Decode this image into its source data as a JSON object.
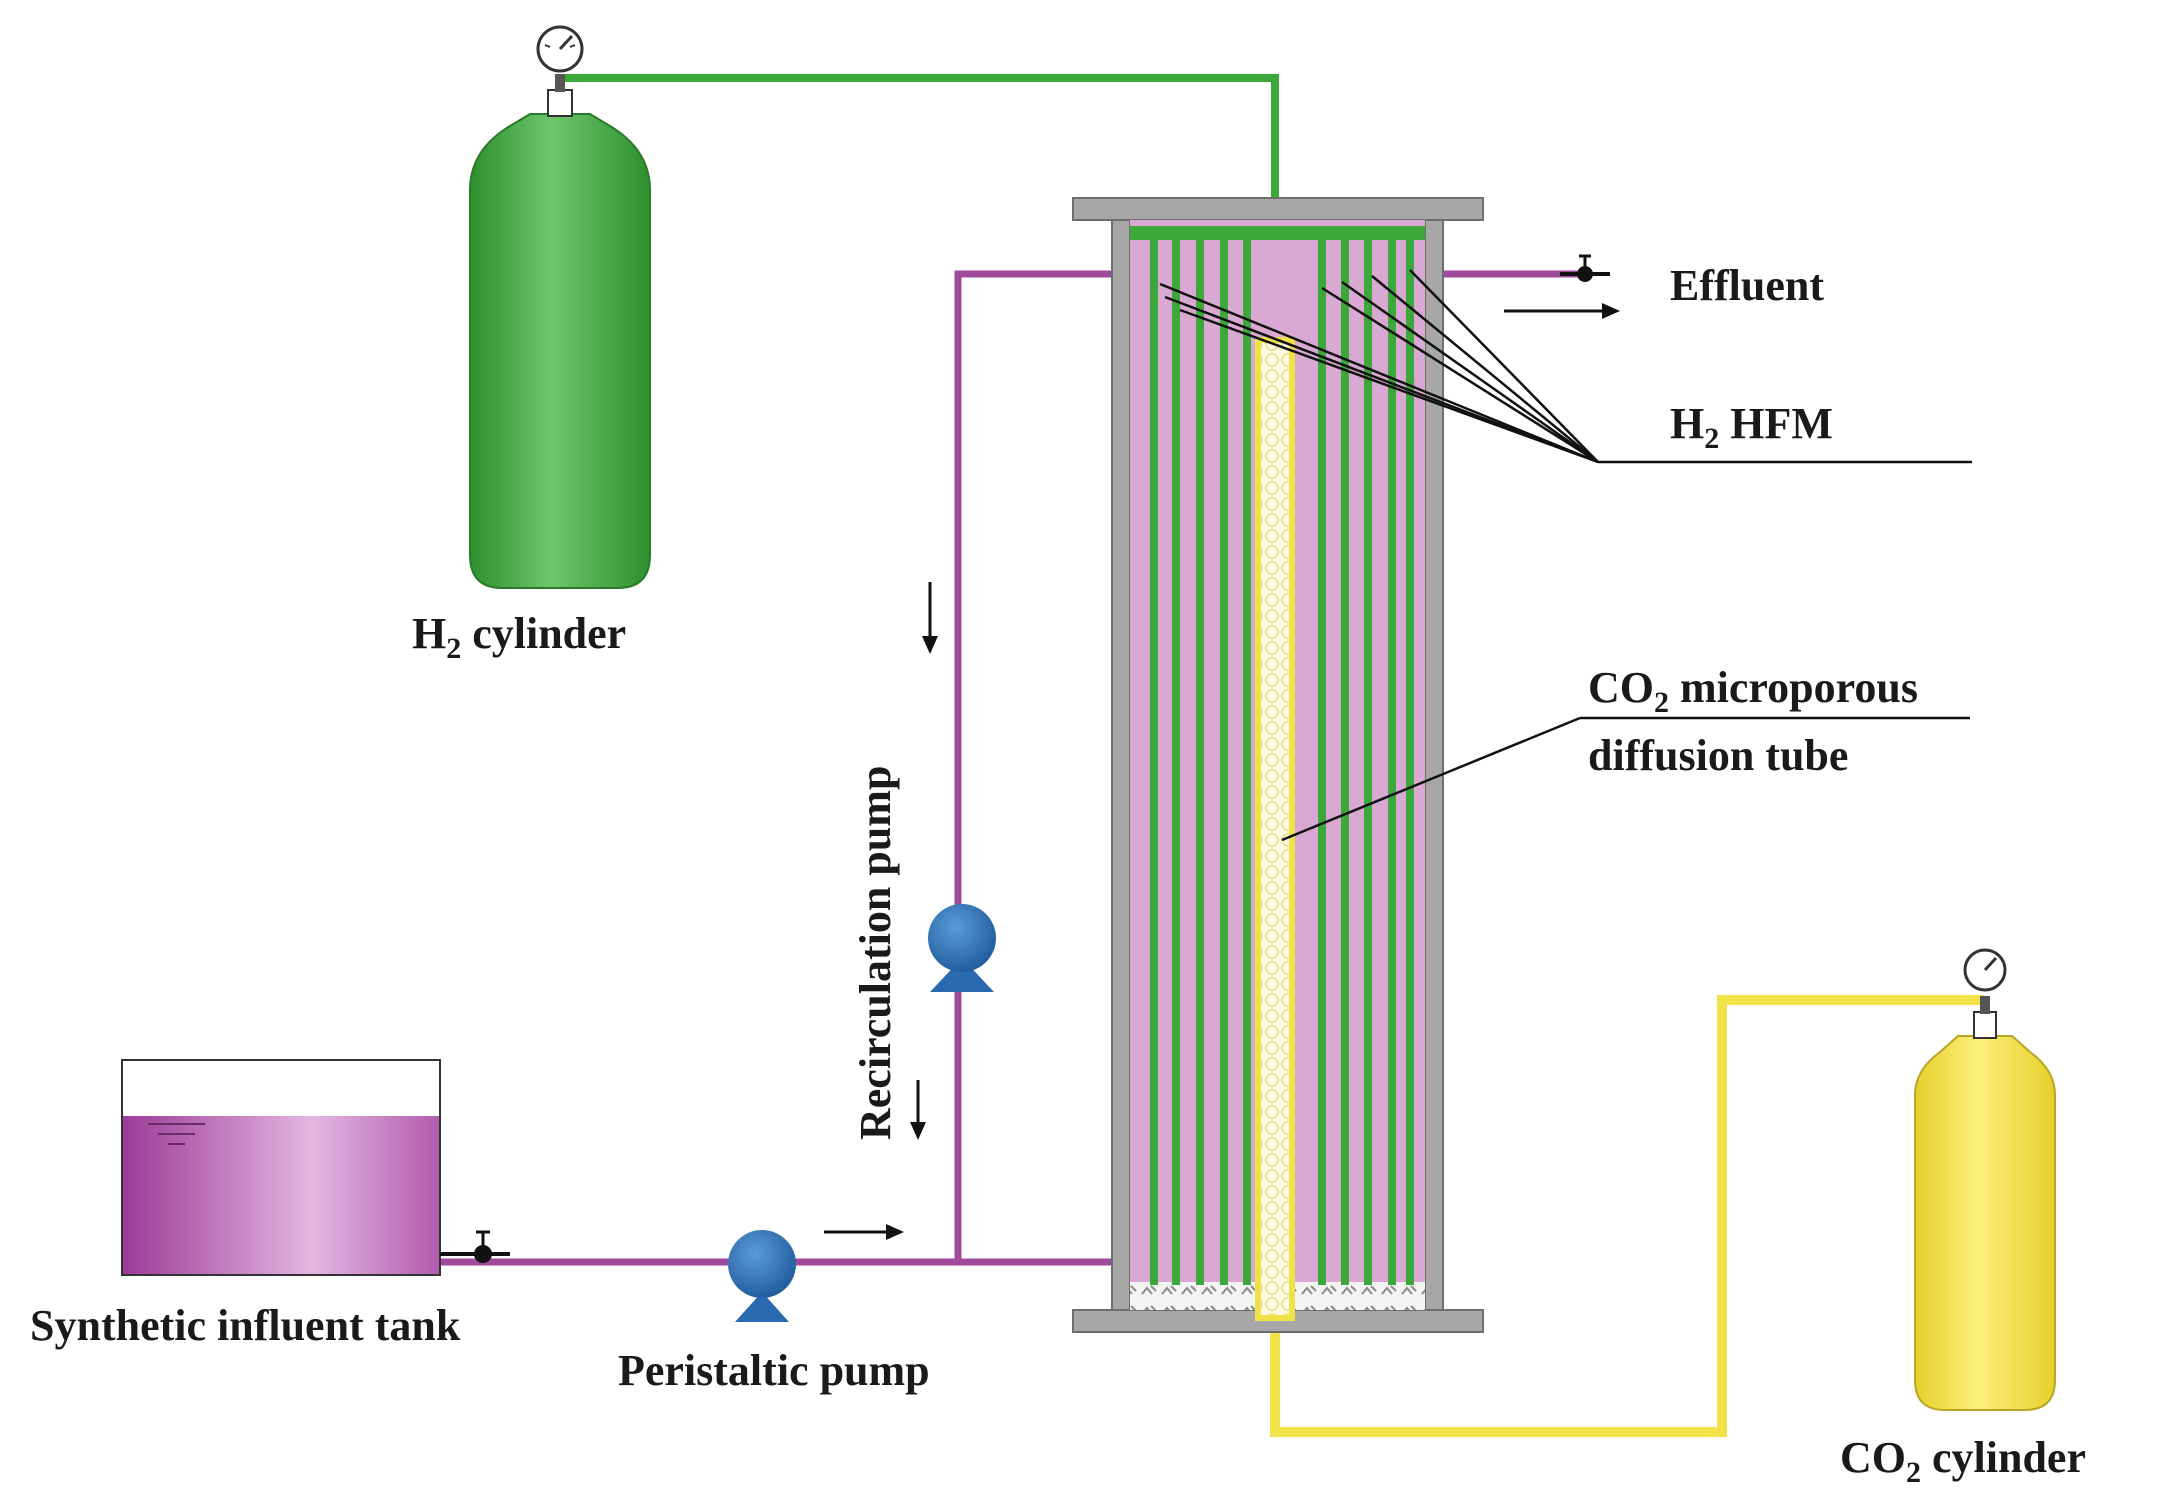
{
  "labels": {
    "effluent": "Effluent",
    "h2_hfm": "H",
    "h2_hfm_sub": "2",
    "h2_hfm_rest": " HFM",
    "h2_cylinder": "H",
    "h2_cylinder_sub": "2",
    "h2_cylinder_rest": " cylinder",
    "co2_tube_line1": "CO",
    "co2_tube_line1_sub": "2",
    "co2_tube_line1_rest": " microporous",
    "co2_tube_line2": "diffusion tube",
    "recirculation_pump": "Recirculation pump",
    "synthetic_tank": "Synthetic influent tank",
    "peristaltic_pump": "Peristaltic pump",
    "co2_cylinder": "CO",
    "co2_cylinder_sub": "2",
    "co2_cylinder_rest": " cylinder"
  },
  "colors": {
    "h2_green": "#3da83a",
    "h2_cylinder_green": "#4cb049",
    "liquid_purple": "#a04a9e",
    "reactor_pink": "#d9a8d3",
    "co2_yellow": "#f2e24a",
    "pump_blue": "#2a6ab0",
    "frame_gray": "#a7a7a7"
  },
  "icons": {
    "gauge": "pressure-gauge-icon",
    "valve": "valve-icon",
    "pump": "pump-icon",
    "arrow": "flow-arrow-icon"
  }
}
